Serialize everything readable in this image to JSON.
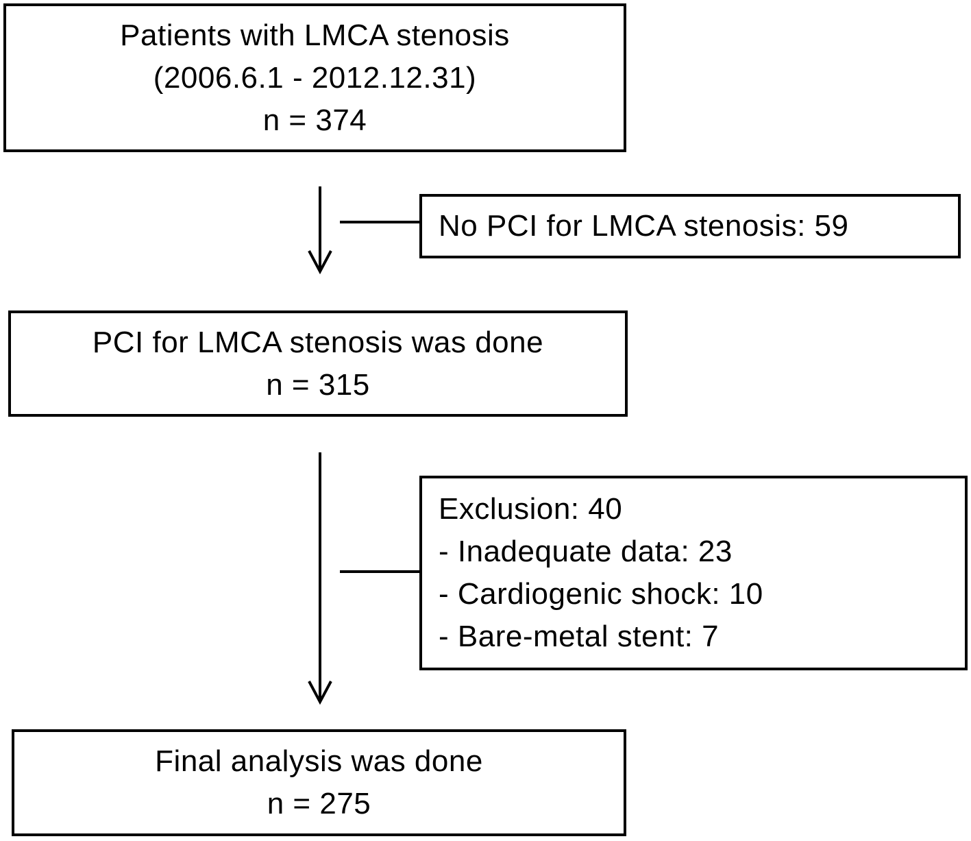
{
  "boxes": {
    "patients": {
      "line1": "Patients with LMCA stenosis",
      "line2": "(2006.6.1 - 2012.12.31)",
      "line3": "n = 374"
    },
    "no_pci": {
      "line1": "No PCI for LMCA stenosis: 59"
    },
    "pci_done": {
      "line1": "PCI for LMCA stenosis was done",
      "line2": "n = 315"
    },
    "exclusion": {
      "line1": "Exclusion: 40",
      "line2": "- Inadequate data: 23",
      "line3": "- Cardiogenic shock: 10",
      "line4": "- Bare-metal stent: 7"
    },
    "final": {
      "line1": "Final analysis was done",
      "line2": "n = 275"
    }
  },
  "colors": {
    "stroke": "#000000",
    "background": "#ffffff"
  }
}
